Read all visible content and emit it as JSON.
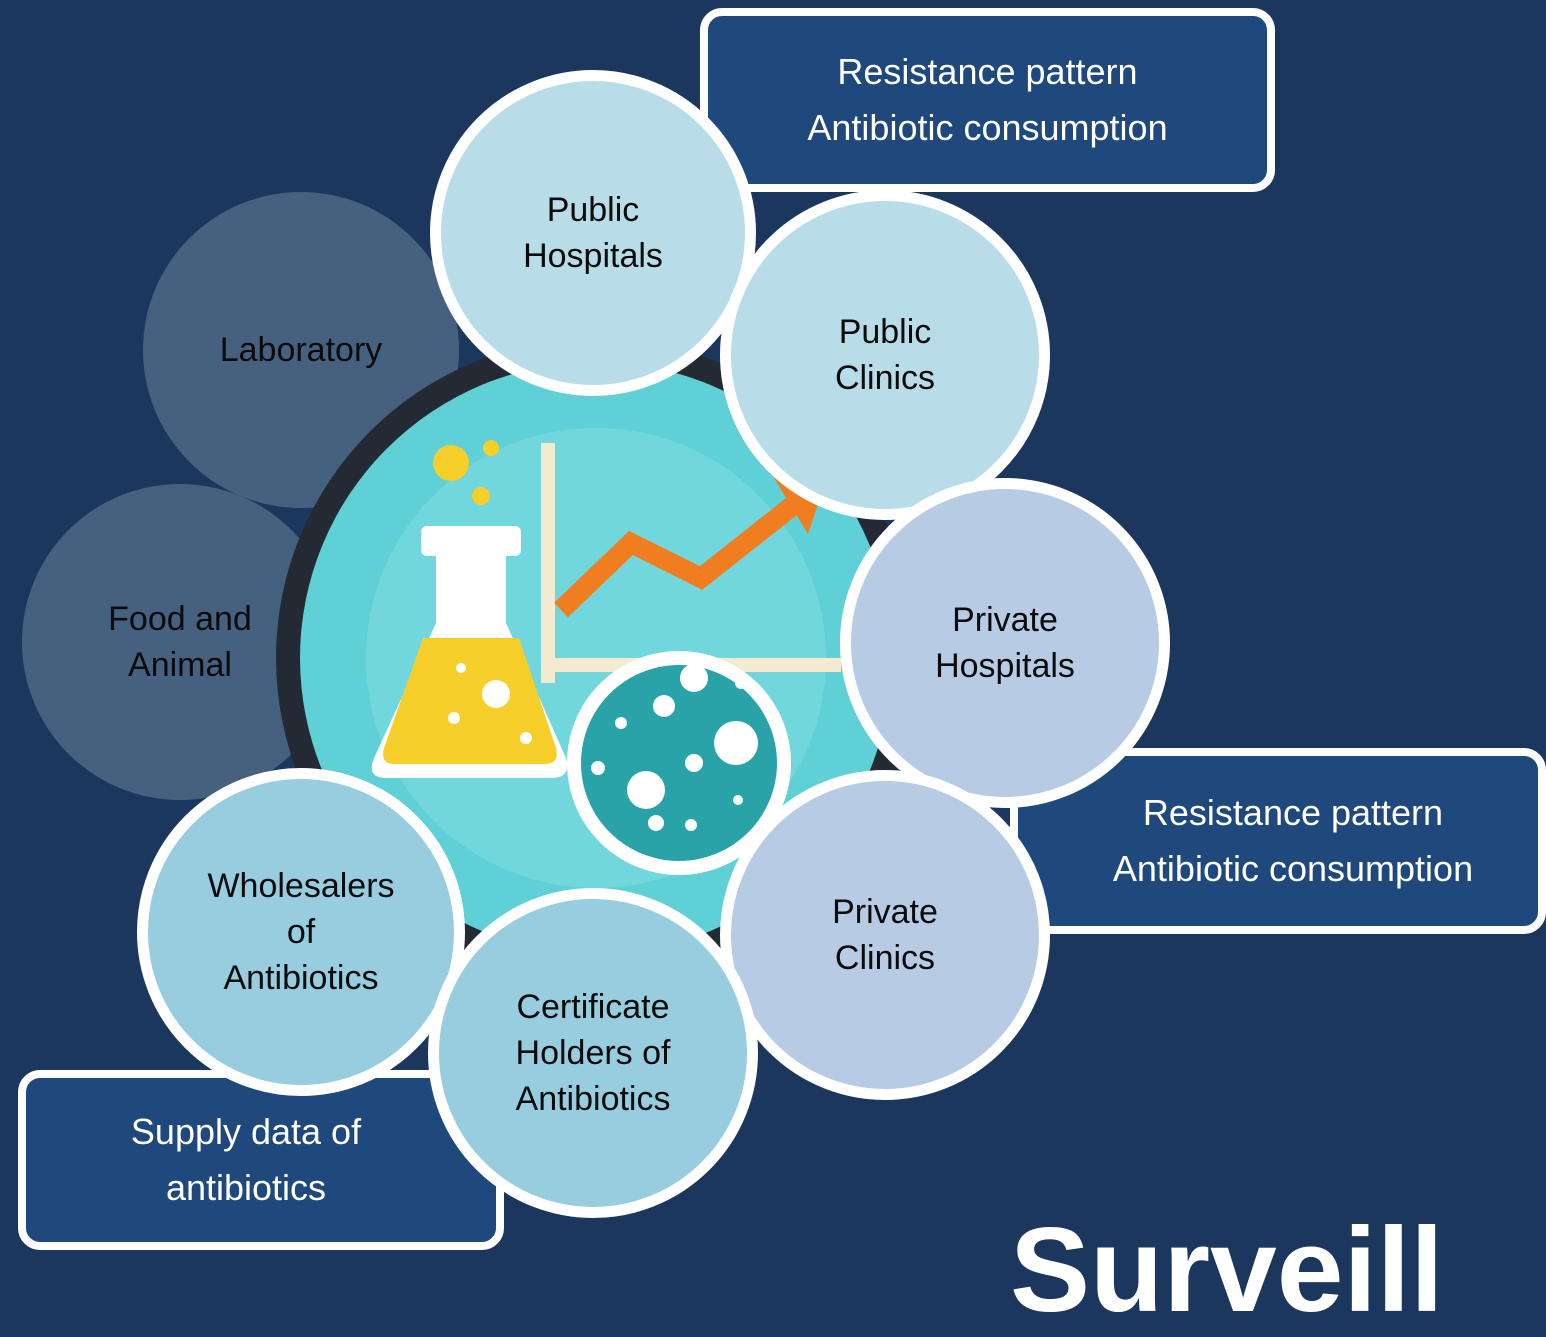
{
  "nodes": {
    "laboratory": "Laboratory",
    "food_and_animal": "Food and\nAnimal",
    "public_hospitals": "Public\nHospitals",
    "public_clinics": "Public\nClinics",
    "private_hospitals": "Private\nHospitals",
    "private_clinics": "Private\nClinics",
    "wholesalers": "Wholesalers\nof\nAntibiotics",
    "certificate_holders": "Certificate\nHolders of\nAntibiotics"
  },
  "callouts": {
    "top": "Resistance pattern\nAntibiotic consumption",
    "right": "Resistance pattern\nAntibiotic consumption",
    "bottom_left": "Supply data of\nantibiotics"
  },
  "footer": {
    "title_partial": "Surveill"
  },
  "hub_icon": "lab-flask-chart-petri-dish-icon",
  "colors": {
    "background": "#1b375d",
    "callout": "#1f487c",
    "node_light": "#b9dde8",
    "node_lavender": "#b8cbe4",
    "node_teal": "#97cddf",
    "ghost_node": "#46607f",
    "hub_teal": "#5fd0d6",
    "flask_yellow": "#f6cf2a",
    "arrow_orange": "#f07d1f"
  }
}
